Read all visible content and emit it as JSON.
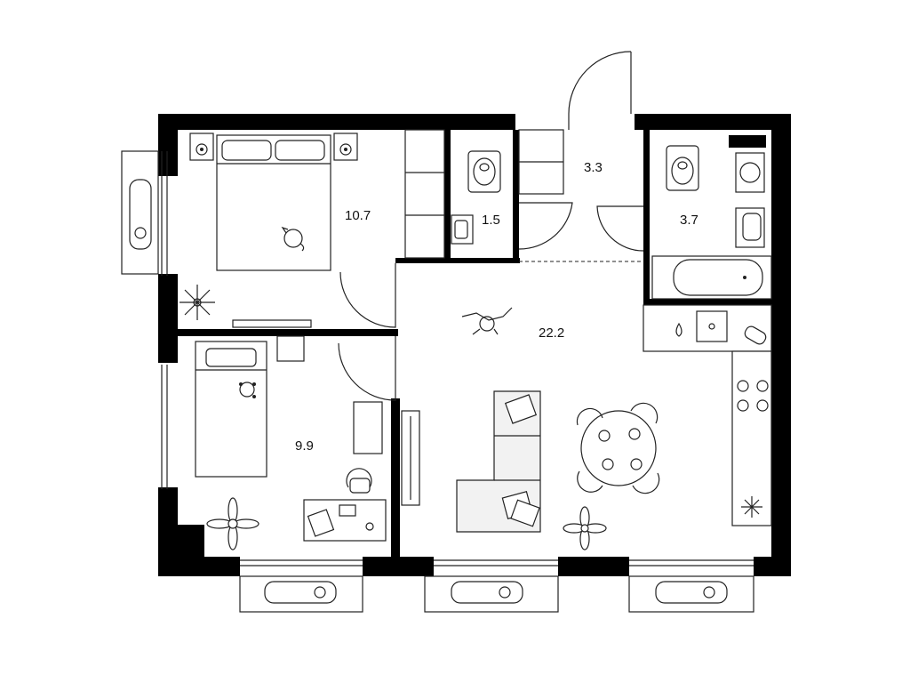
{
  "colors": {
    "wall": "#000000",
    "line": "#222222",
    "background": "#ffffff",
    "sofa_fill": "#f2f2f2"
  },
  "rooms": [
    {
      "id": "bedroom-large",
      "area": "10.7"
    },
    {
      "id": "toilet",
      "area": "1.5"
    },
    {
      "id": "hall",
      "area": "3.3"
    },
    {
      "id": "bathroom",
      "area": "3.7"
    },
    {
      "id": "living-kitchen",
      "area": "22.2"
    },
    {
      "id": "bedroom-small",
      "area": "9.9"
    }
  ],
  "icons": [
    "double-bed-icon",
    "single-bed-icon",
    "nightstand-lamp-icon",
    "wardrobe-icon",
    "toilet-icon",
    "washbasin-icon",
    "bathtub-icon",
    "washing-machine-icon",
    "sofa-icon",
    "dining-table-icon",
    "chair-icon",
    "cooktop-icon",
    "sink-icon",
    "fridge-icon",
    "plant-icon",
    "cat-icon",
    "dog-icon",
    "desk-icon",
    "laptop-icon",
    "tv-icon",
    "air-conditioner-icon",
    "door-swing-icon"
  ]
}
